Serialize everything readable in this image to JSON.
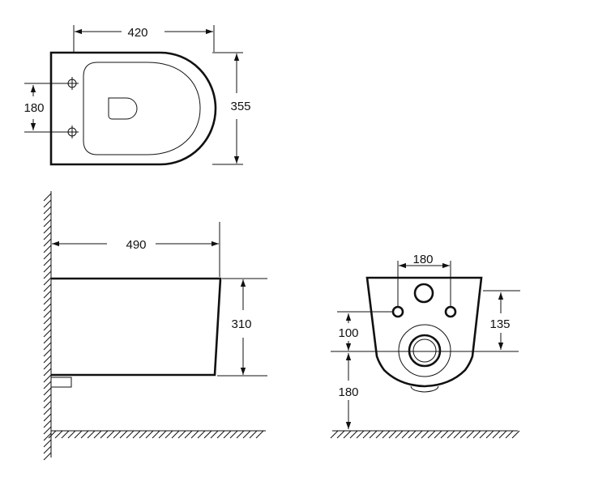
{
  "top_view": {
    "width_label": "420",
    "depth_label": "355",
    "hole_spacing_label": "180"
  },
  "side_view": {
    "length_label": "490",
    "height_label": "310"
  },
  "front_view": {
    "bolt_spacing_label": "180",
    "bolt_to_outlet_label": "100",
    "outlet_to_floor_label": "180",
    "top_to_outlet_label": "135"
  }
}
